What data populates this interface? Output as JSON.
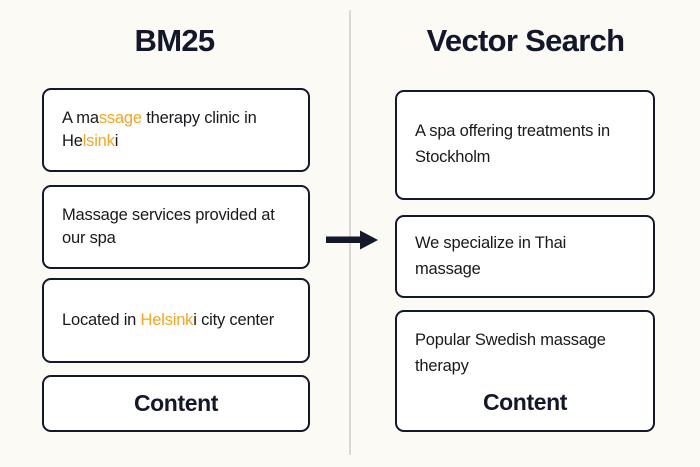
{
  "figure": {
    "background_color": "#fbfaf5",
    "highlight_color": "#f5a623",
    "border_color": "#14182b",
    "divider_color": "#d9d9d6",
    "arrow_color": "#14182b",
    "arrow_icon": "right-arrow-icon"
  },
  "left_column": {
    "title": "BM25",
    "cards": [
      {
        "id": "bm25-result-1",
        "segments": [
          {
            "text": "A ma",
            "highlight": false
          },
          {
            "text": "ssage",
            "highlight": true
          },
          {
            "text": " therapy clinic in He",
            "highlight": false
          },
          {
            "text": "lsink",
            "highlight": true
          },
          {
            "text": "i",
            "highlight": false
          }
        ],
        "plain_text": "A massage therapy clinic in Helsinki"
      },
      {
        "id": "bm25-result-2",
        "segments": [
          {
            "text": "Massage services provided at our spa",
            "highlight": false
          }
        ],
        "plain_text": "Massage services provided at our spa"
      },
      {
        "id": "bm25-result-3",
        "segments": [
          {
            "text": "Located in ",
            "highlight": false
          },
          {
            "text": "Helsink",
            "highlight": true
          },
          {
            "text": "i city center",
            "highlight": false
          }
        ],
        "plain_text": "Located in Helsinki city center"
      },
      {
        "id": "bm25-content-card",
        "segments": [],
        "plain_text": "",
        "content_label": "Content"
      }
    ]
  },
  "right_column": {
    "title": "Vector Search",
    "cards": [
      {
        "id": "vector-result-1",
        "segments": [
          {
            "text": "A spa offering treatments in Stockholm",
            "highlight": false
          }
        ],
        "plain_text": "A spa offering treatments in Stockholm"
      },
      {
        "id": "vector-result-2",
        "segments": [
          {
            "text": "We specialize in Thai massage",
            "highlight": false
          }
        ],
        "plain_text": "We specialize in Thai massage"
      },
      {
        "id": "vector-result-3",
        "segments": [
          {
            "text": "Popular Swedish massage therapy",
            "highlight": false
          }
        ],
        "plain_text": "Popular Swedish massage therapy",
        "content_label": "Content"
      }
    ]
  }
}
